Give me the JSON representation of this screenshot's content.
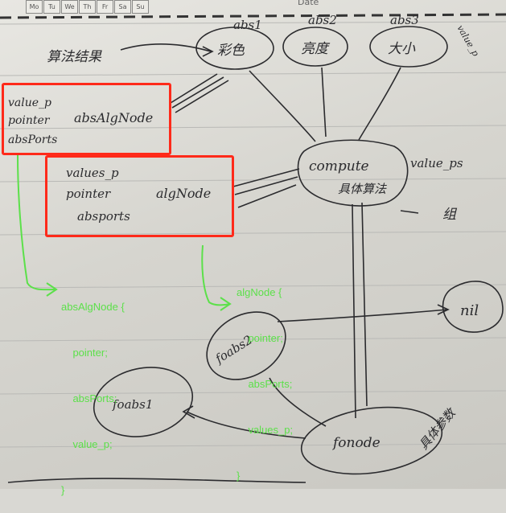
{
  "header": {
    "days": [
      "Mo",
      "Tu",
      "We",
      "Th",
      "Fr",
      "Sa",
      "Su"
    ],
    "date_label": "Date"
  },
  "handwriting": {
    "top_left": "算法结果",
    "abs1_label": "abs1",
    "abs2_label": "abs2",
    "abs3_label": "abs3",
    "node_a": "彩色",
    "node_b": "亮度",
    "node_c": "大小",
    "value_p_top": "value_p",
    "box1_lines": [
      "value_p",
      "pointer",
      "absPorts"
    ],
    "box1_name": "absAlgNode",
    "box2_lines": [
      "values_p",
      "pointer",
      "absports"
    ],
    "box2_name": "algNode",
    "compute_label": "compute",
    "compute_sub": "具体算法",
    "value_ps": "value_ps",
    "zu": "组",
    "fo_abs2": "foabs2",
    "fo_abs1": "foabs1",
    "fo_node": "fonode",
    "fo_node_sub": "具体参数",
    "nil": "nil"
  },
  "annotations": {
    "abs_struct": [
      "absAlgNode {",
      "    pointer;",
      "    absPorts;",
      "    value_p;",
      "}"
    ],
    "alg_struct": [
      "algNode {",
      "    pointer;",
      "    absPorts;",
      "    values_p;",
      "}"
    ]
  },
  "colors": {
    "highlight_box": "#ff2a1a",
    "annotation": "#5ce04a",
    "ink": "#2b2b2e"
  }
}
